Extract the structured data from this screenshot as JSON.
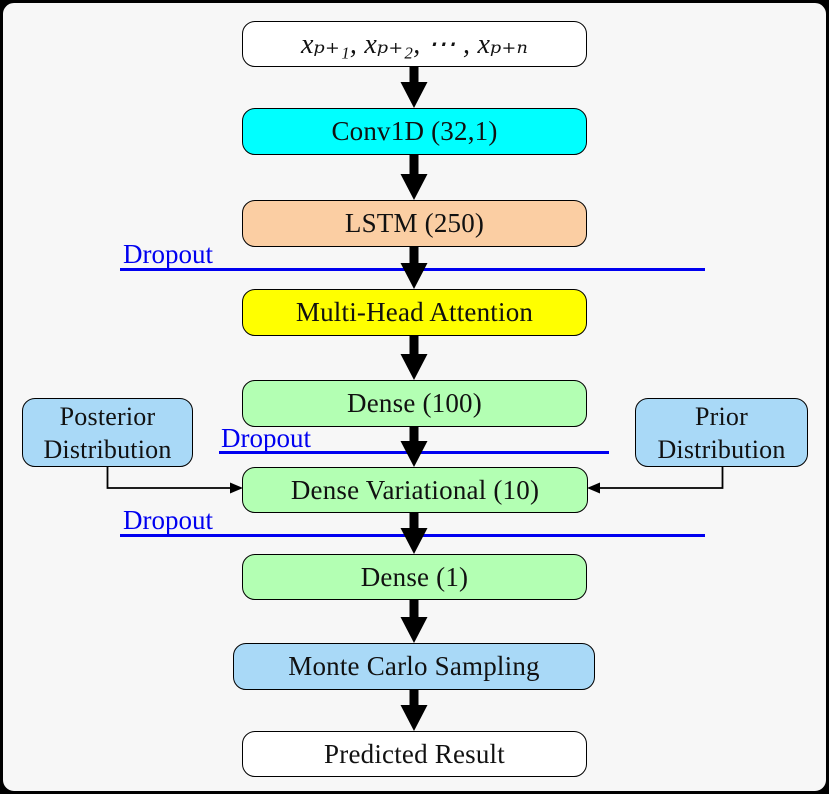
{
  "frame": {
    "background": "#f7f7f7",
    "border_color": "#000000"
  },
  "nodes": [
    {
      "label": "xₚ₊₁, xₚ₊₂, ⋯ , xₚ₊ₙ",
      "fill": "#ffffff"
    },
    {
      "label": "Conv1D (32,1)",
      "fill": "#00ffff"
    },
    {
      "label": "LSTM (250)",
      "fill": "#fbcea3"
    },
    {
      "label": "Multi-Head Attention",
      "fill": "#ffff00"
    },
    {
      "label": "Dense (100)",
      "fill": "#b3ffb3"
    },
    {
      "label": "Dense Variational (10)",
      "fill": "#b3ffb3"
    },
    {
      "label": "Dense (1)",
      "fill": "#b3ffb3"
    },
    {
      "label": "Monte Carlo Sampling",
      "fill": "#a9d9f7"
    },
    {
      "label": "Predicted Result",
      "fill": "#ffffff"
    }
  ],
  "side_nodes": [
    {
      "line1": "Posterior",
      "line2": "Distribution",
      "fill": "#a9d9f7"
    },
    {
      "line1": "Prior",
      "line2": "Distribution",
      "fill": "#a9d9f7"
    }
  ],
  "dropout": {
    "labels": [
      "Dropout",
      "Dropout",
      "Dropout"
    ],
    "color": "#0000f0"
  },
  "arrow_color": "#000000"
}
